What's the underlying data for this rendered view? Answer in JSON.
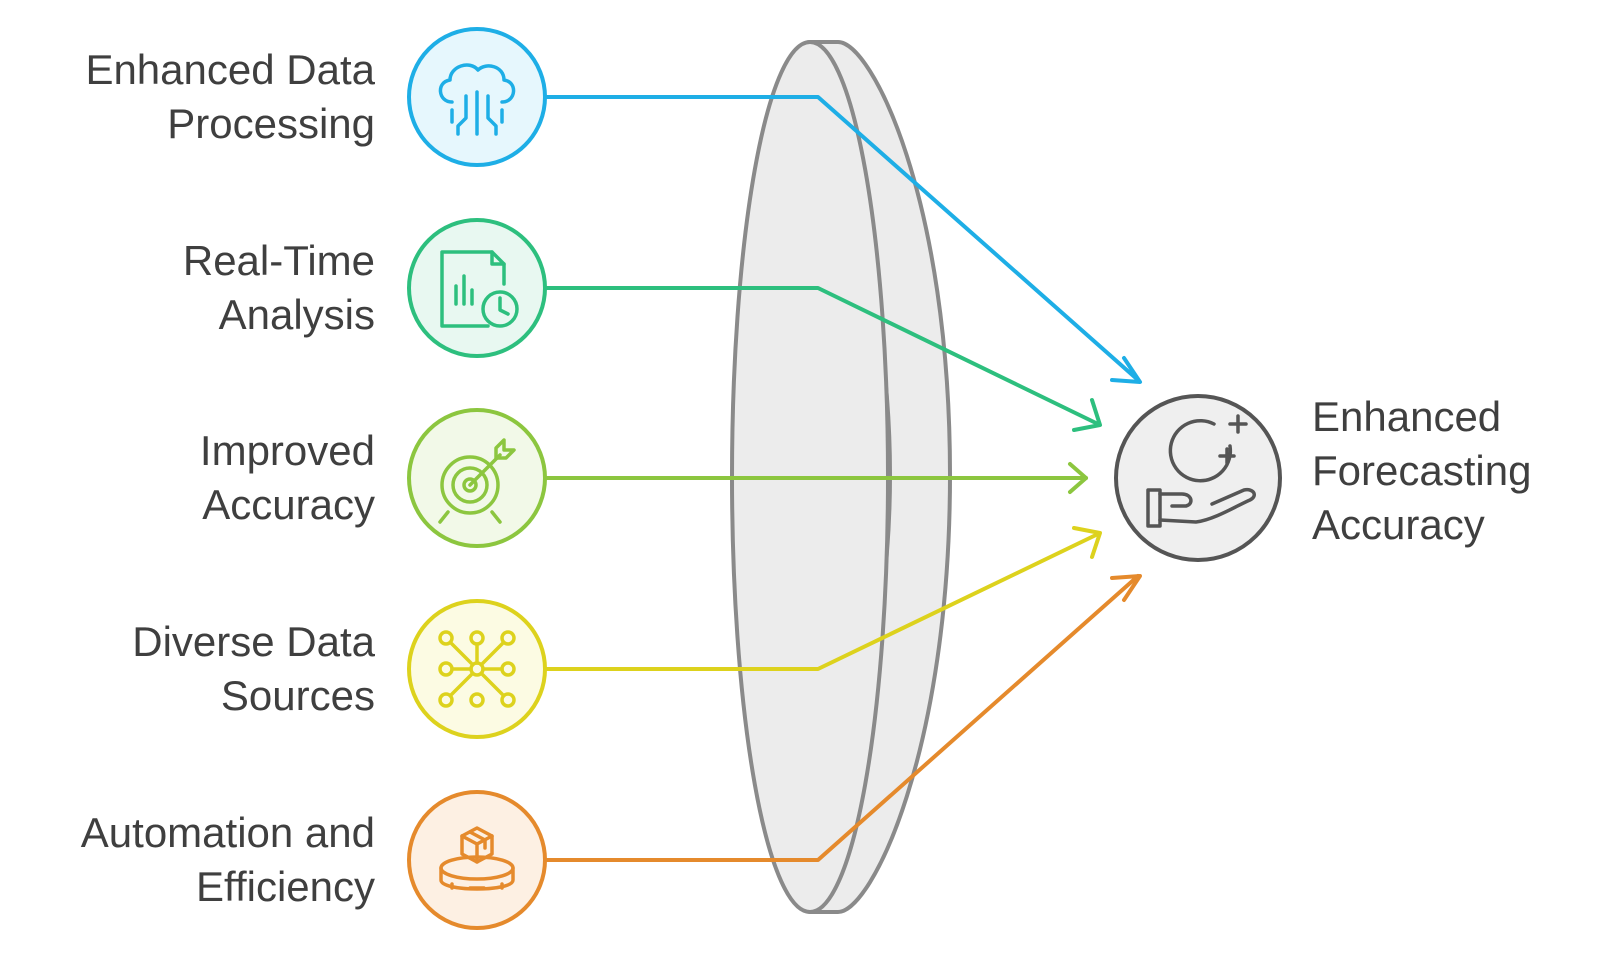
{
  "colors": {
    "blue": "#1eaee6",
    "teal": "#2dbf7e",
    "green": "#8cc63f",
    "yellow": "#ddd21d",
    "orange": "#e58a2c",
    "gray": "#555555",
    "lens": "#e9e9e9"
  },
  "inputs": [
    {
      "id": "enhanced-data-processing",
      "lines": [
        "Enhanced Data",
        "Processing"
      ],
      "color": "#1eaee6",
      "fill": "#e6f7fd",
      "icon": "cloud-data-icon"
    },
    {
      "id": "real-time-analysis",
      "lines": [
        "Real-Time",
        "Analysis"
      ],
      "color": "#2dbf7e",
      "fill": "#e8f8f1",
      "icon": "report-clock-icon"
    },
    {
      "id": "improved-accuracy",
      "lines": [
        "Improved",
        "Accuracy"
      ],
      "color": "#8cc63f",
      "fill": "#f2f9e8",
      "icon": "target-arrow-icon"
    },
    {
      "id": "diverse-data-sources",
      "lines": [
        "Diverse Data",
        "Sources"
      ],
      "color": "#ddd21d",
      "fill": "#fcfbe3",
      "icon": "network-nodes-icon"
    },
    {
      "id": "automation-and-efficiency",
      "lines": [
        "Automation and",
        "Efficiency"
      ],
      "color": "#e58a2c",
      "fill": "#fdf0e3",
      "icon": "conveyor-box-icon"
    }
  ],
  "output": {
    "lines": [
      "Enhanced",
      "Forecasting",
      "Accuracy"
    ],
    "color": "#555555",
    "fill": "#efefef",
    "icon": "hand-growth-icon"
  }
}
